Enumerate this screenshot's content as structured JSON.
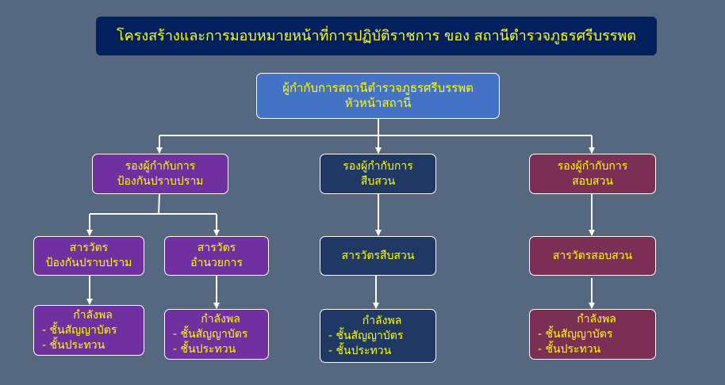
{
  "title": "โครงสร้างและการมอบหมายหน้าที่การปฏิบัติราชการ ของ สถานีตำรวจภูธรศรีบรรพต",
  "head": {
    "line1": "ผู้กำกับการสถานีตำรวจภูธรศรีบรรพต",
    "line2": "หัวหน้าสถานี"
  },
  "deputies": [
    {
      "line1": "รองผู้กำกับการ",
      "line2": "ป้องกันปราบปราม"
    },
    {
      "line1": "รองผู้กำกับการ",
      "line2": "สืบสวน"
    },
    {
      "line1": "รองผู้กำกับการ",
      "line2": "สอบสวน"
    }
  ],
  "inspectors": [
    {
      "line1": "สารวัตร",
      "line2": "ป้องกันปราบปราม"
    },
    {
      "line1": "สารวัตร",
      "line2": "อำนวยการ"
    },
    {
      "line1": "สารวัตรสืบสวน"
    },
    {
      "line1": "สารวัตรสอบสวน"
    }
  ],
  "personnel": {
    "heading": "กำลังพล",
    "items": [
      "- ชั้นสัญญาบัตร",
      "- ชั้นประทวน"
    ]
  },
  "colors": {
    "background": "#566780",
    "title": "#03205e",
    "head": "#4472c4",
    "purple": "#7030a0",
    "navy": "#1f3864",
    "maroon": "#7b2f55",
    "text": "#ffff00"
  }
}
